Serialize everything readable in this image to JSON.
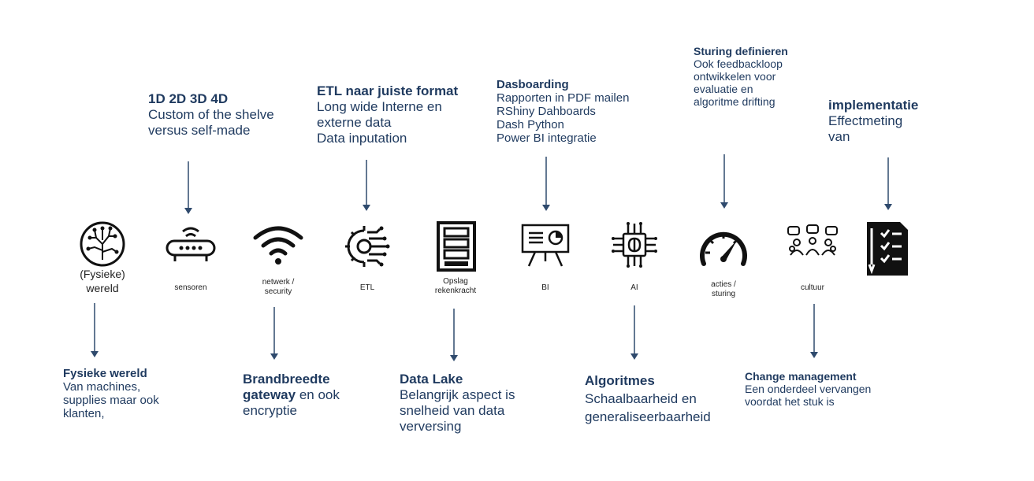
{
  "notes_top": {
    "n1": {
      "title": "1D 2D 3D 4D",
      "lines": [
        "Custom of the shelve",
        "versus self-made"
      ]
    },
    "n2": {
      "title": "ETL naar juiste format",
      "lines": [
        "Long wide Interne en",
        "externe data",
        "Data inputation"
      ]
    },
    "n3": {
      "title": "Dasboarding",
      "lines": [
        "Rapporten in PDF mailen",
        "RShiny Dahboards",
        "Dash Python",
        "Power BI integratie"
      ]
    },
    "n4": {
      "title": "Sturing definieren",
      "lines": [
        "Ook feedbackloop",
        "ontwikkelen voor",
        "evaluatie en",
        "algoritme drifting"
      ]
    },
    "n5": {
      "title": "implementatie",
      "lines": [
        "Effectmeting",
        "van"
      ]
    }
  },
  "notes_bottom": {
    "b1": {
      "title": "Fysieke wereld",
      "lines": [
        "Van machines,",
        "supplies maar ook",
        "klanten,"
      ]
    },
    "b2": {
      "title": "Brandbreedte",
      "title2": "gateway",
      "title2_rest": " en ook",
      "lines": [
        "encryptie"
      ]
    },
    "b3": {
      "title": "Data Lake",
      "lines": [
        "Belangrijk aspect is",
        "snelheid van data",
        "verversing"
      ]
    },
    "b4": {
      "title": "Algoritmes",
      "lines": [
        "Schaalbaarheid en",
        "generaliseerbaarheid"
      ]
    },
    "b5": {
      "title": "Change management",
      "lines": [
        "Een onderdeel vervangen",
        "voordat het stuk is"
      ]
    }
  },
  "stages": {
    "world": {
      "label1": "(Fysieke)",
      "label2": "wereld",
      "icon": "globe-circuit-icon"
    },
    "sensor": {
      "label": "sensoren",
      "icon": "sensor-device-icon"
    },
    "network": {
      "label1": "netwerk /",
      "label2": "security",
      "icon": "wifi-icon"
    },
    "etl": {
      "label": "ETL",
      "icon": "gear-circuit-icon"
    },
    "storage": {
      "label1": "Opslag",
      "label2": "rekenkracht",
      "icon": "server-rack-icon"
    },
    "bi": {
      "label": "BI",
      "icon": "presentation-chart-icon"
    },
    "ai": {
      "label": "AI",
      "icon": "brain-chip-icon"
    },
    "actions": {
      "label1": "acties /",
      "label2": "sturing",
      "icon": "speedometer-icon"
    },
    "culture": {
      "label": "cultuur",
      "icon": "team-discussion-icon"
    },
    "impl": {
      "icon": "checklist-document-icon"
    }
  },
  "colors": {
    "text": "#1f3a5f",
    "arrow": "#2f4a6d",
    "icon": "#111111"
  }
}
